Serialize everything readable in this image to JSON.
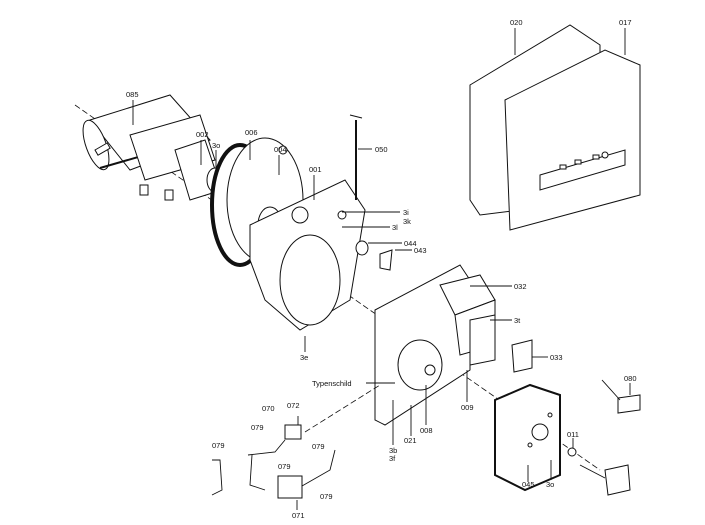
{
  "diagram": {
    "type": "exploded-parts-drawing",
    "labels": {
      "p085": "085",
      "p002": "002",
      "p3o_top": "3o",
      "p006": "006",
      "p004": "004",
      "p001": "001",
      "p050": "050",
      "p3i": "3i",
      "p3k": "3k",
      "p3l": "3l",
      "p044": "044",
      "p043": "043",
      "p020": "020",
      "p017": "017",
      "p032": "032",
      "p3t": "3t",
      "p033": "033",
      "p3e": "3e",
      "typenschild": "Typenschild",
      "p009": "009",
      "p008": "008",
      "p021": "021",
      "p3b": "3b",
      "p3f": "3f",
      "p080": "080",
      "p011": "011",
      "p045": "045",
      "p3o_bottom": "3o",
      "p070": "070",
      "p072": "072",
      "p079_a": "079",
      "p079_b": "079",
      "p079_c": "079",
      "p079_d": "079",
      "p079_e": "079",
      "p071": "071"
    }
  }
}
